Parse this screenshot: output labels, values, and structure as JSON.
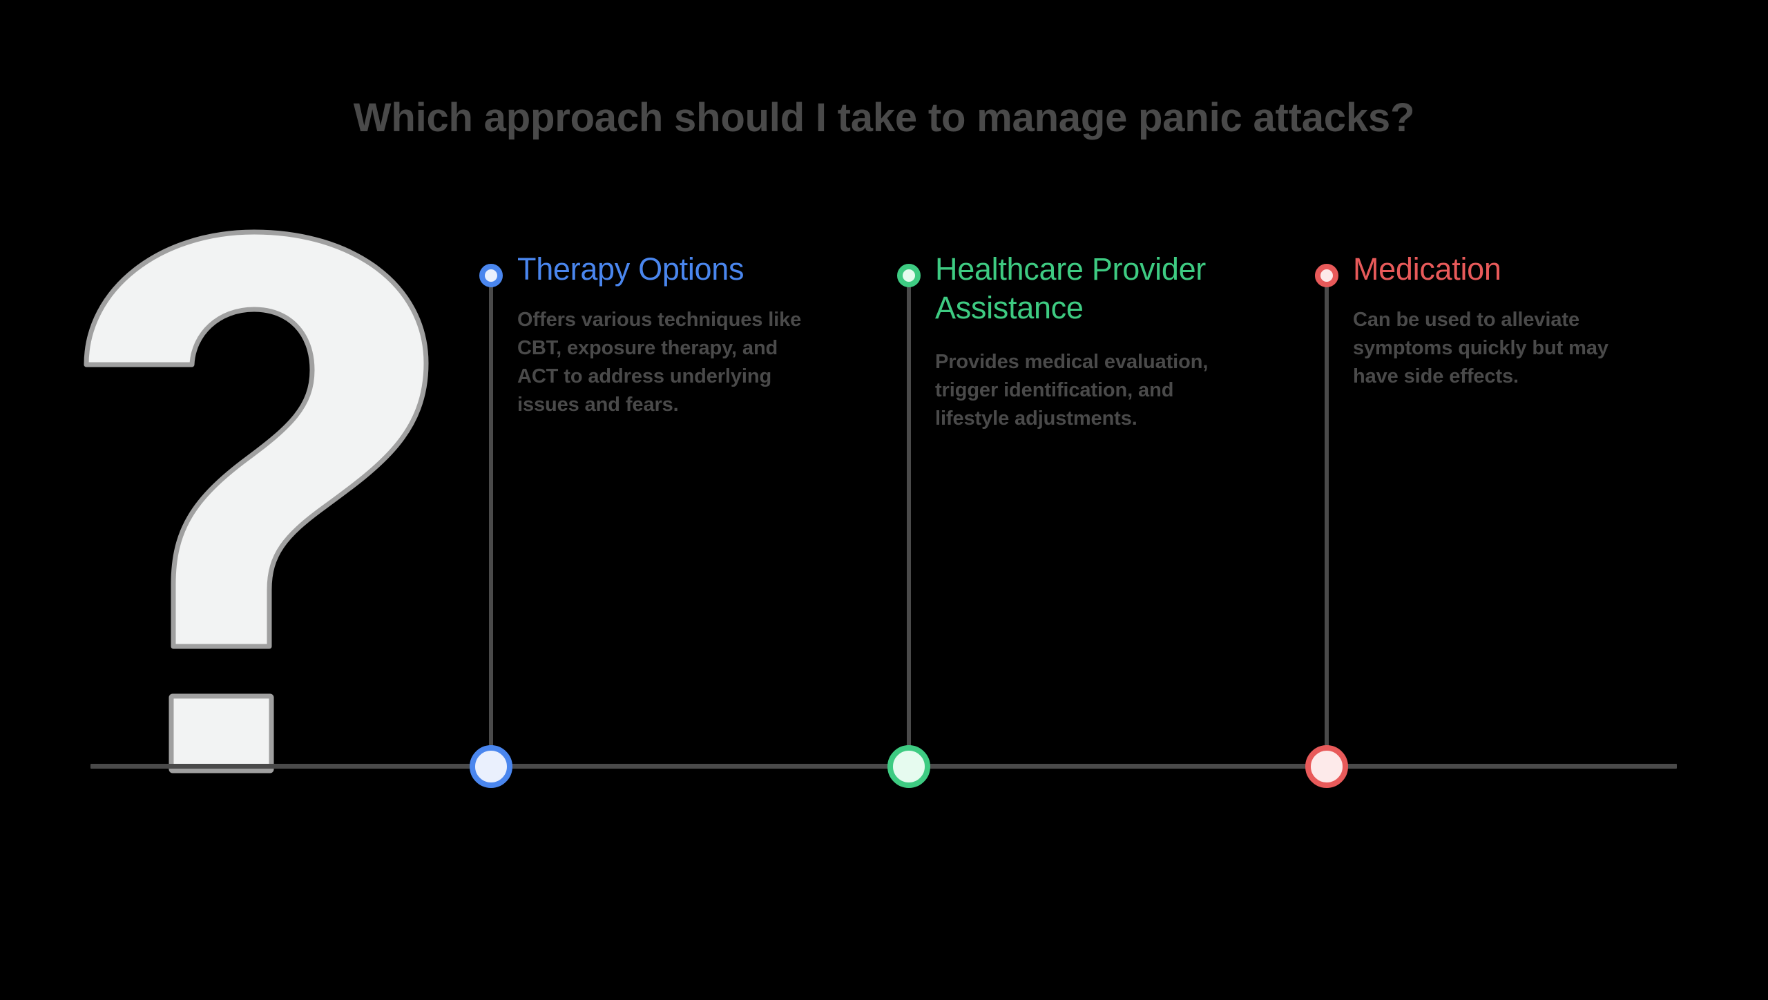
{
  "title": "Which approach should I take to manage panic attacks?",
  "colors": {
    "background": "#000000",
    "title_text": "#4a4a4a",
    "body_text": "#4a4a4a",
    "axis": "#4a4a4a",
    "connector": "#4a4a4a",
    "question_mark_fill": "#f2f3f3",
    "question_mark_stroke": "#a0a0a0"
  },
  "icons": {
    "question_mark": "question-mark-icon"
  },
  "chart_data": {
    "type": "timeline",
    "title": "Which approach should I take to manage panic attacks?",
    "legend": "none",
    "grid": false,
    "axis": {
      "orientation": "horizontal",
      "ticks": 3
    },
    "entries": [
      {
        "id": "therapy-options",
        "label": "Therapy Options",
        "description": "Offers various techniques like CBT, exposure therapy, and ACT to address underlying issues and fears.",
        "color": "#4a86ee",
        "dot_fill": "#eaf0fd",
        "position": 1
      },
      {
        "id": "healthcare-provider-assistance",
        "label": "Healthcare Provider Assistance",
        "description": "Provides medical evaluation, trigger identification, and lifestyle adjustments.",
        "color": "#3ecb82",
        "dot_fill": "#e6fbef",
        "position": 2
      },
      {
        "id": "medication",
        "label": "Medication",
        "description": "Can be used to alleviate symptoms quickly but may have side effects.",
        "color": "#e85a5a",
        "dot_fill": "#fdeaea",
        "position": 3
      }
    ]
  }
}
